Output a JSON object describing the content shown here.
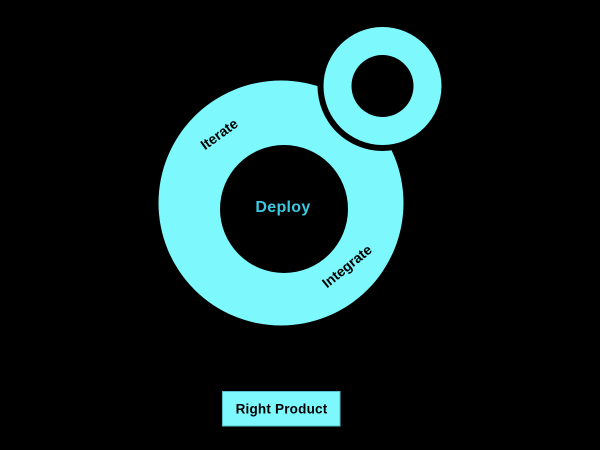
{
  "canvas": {
    "background": "#000000"
  },
  "colors": {
    "ring_fill": "#7DF8FC",
    "hole_fill": "#000000",
    "deploy_text": "#3CC9E1",
    "ring_label_text": "#000000",
    "button_fill": "#7DF8FC",
    "button_border": "#55C0CC",
    "button_text": "#000000"
  },
  "main_ring": {
    "label_iterate": "Iterate",
    "label_integrate": "Integrate",
    "center_label": "Deploy"
  },
  "secondary_ring": {
    "name": "small-loop-ring"
  },
  "button": {
    "label": "Right Product"
  }
}
